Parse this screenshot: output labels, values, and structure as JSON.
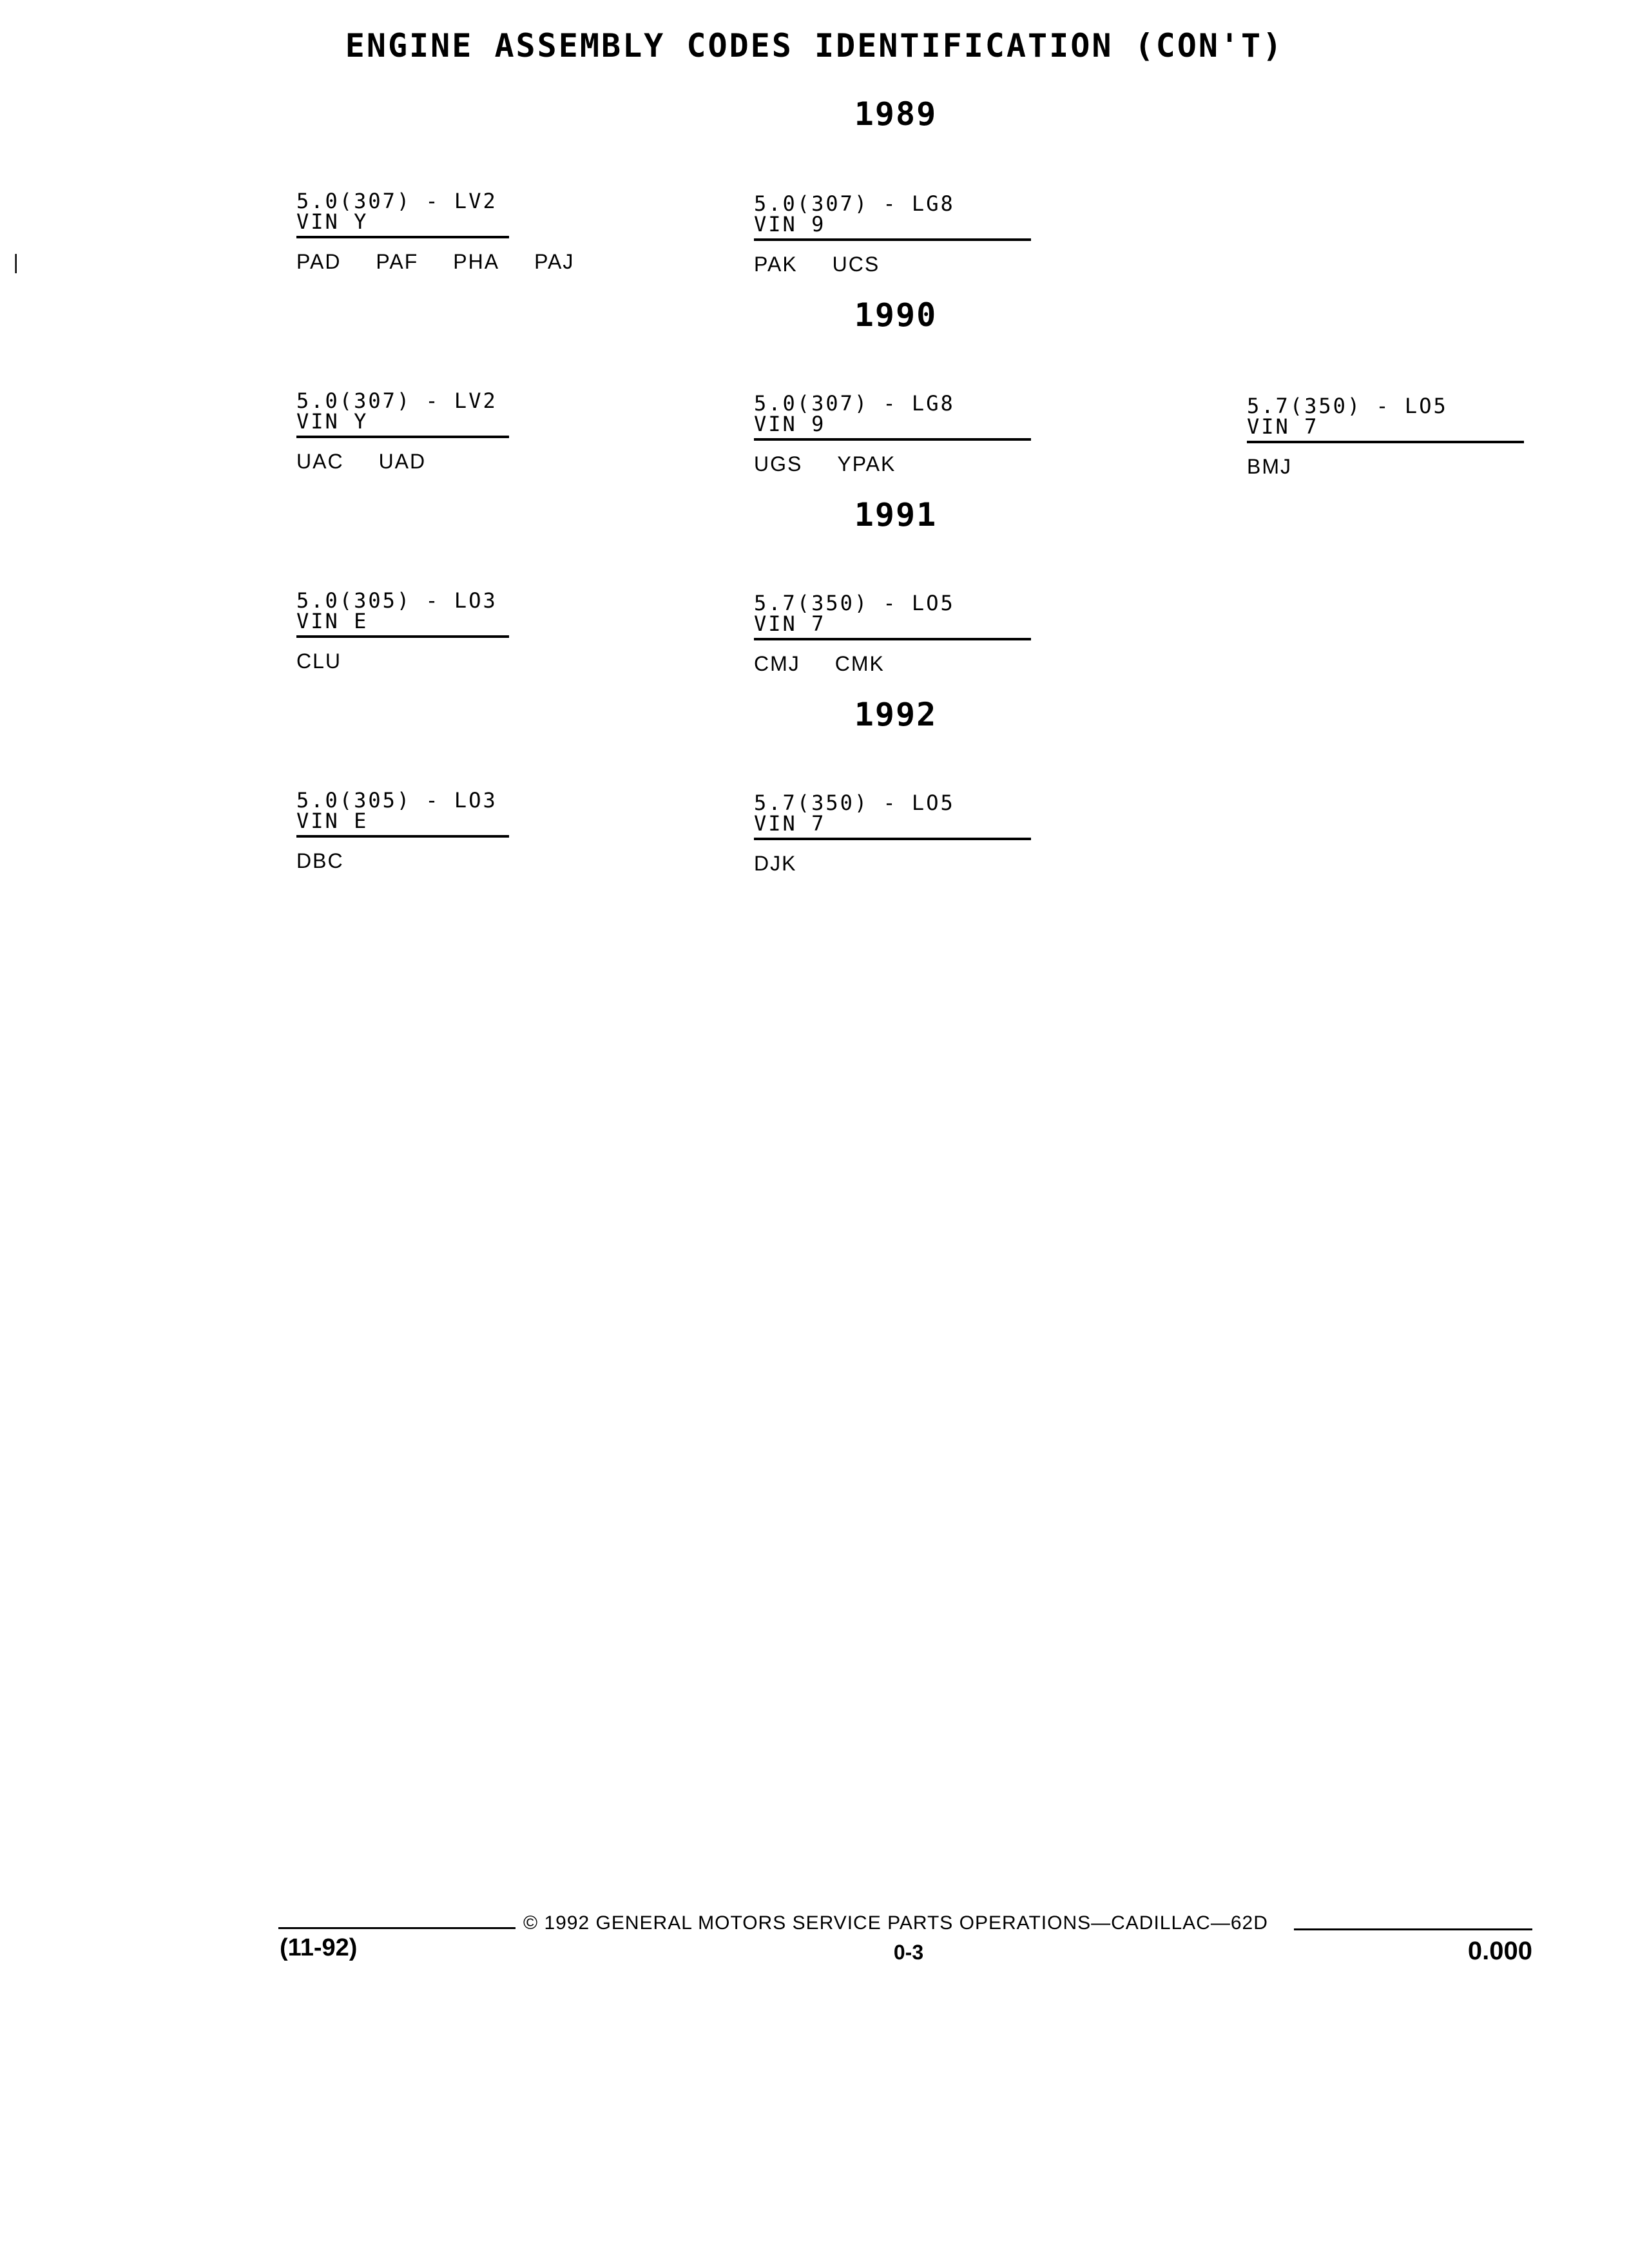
{
  "title": "ENGINE ASSEMBLY CODES IDENTIFICATION (CON'T)",
  "sections": [
    {
      "year": "1989",
      "entries": [
        {
          "engine": "5.0(307) - LV2",
          "vin": "VIN Y",
          "codes": [
            "PAD",
            "PAF",
            "PHA",
            "PAJ"
          ]
        },
        {
          "engine": "5.0(307) - LG8",
          "vin": "VIN 9",
          "codes": [
            "PAK",
            "UCS"
          ]
        }
      ]
    },
    {
      "year": "1990",
      "entries": [
        {
          "engine": "5.0(307) - LV2",
          "vin": "VIN Y",
          "codes": [
            "UAC",
            "UAD"
          ]
        },
        {
          "engine": "5.0(307) - LG8",
          "vin": "VIN 9",
          "codes": [
            "UGS",
            "YPAK"
          ]
        },
        {
          "engine": "5.7(350) - LO5",
          "vin": "VIN 7",
          "codes": [
            "BMJ"
          ]
        }
      ]
    },
    {
      "year": "1991",
      "entries": [
        {
          "engine": "5.0(305) - LO3",
          "vin": "VIN E",
          "codes": [
            "CLU"
          ]
        },
        {
          "engine": "5.7(350) - LO5",
          "vin": "VIN 7",
          "codes": [
            "CMJ",
            "CMK"
          ]
        }
      ]
    },
    {
      "year": "1992",
      "entries": [
        {
          "engine": "5.0(305) - LO3",
          "vin": "VIN E",
          "codes": [
            "DBC"
          ]
        },
        {
          "engine": "5.7(350) - LO5",
          "vin": "VIN 7",
          "codes": [
            "DJK"
          ]
        }
      ]
    }
  ],
  "footer": {
    "copyright": "© 1992 GENERAL MOTORS SERVICE PARTS OPERATIONS—CADILLAC—62D",
    "date": "(11-92)",
    "page": "0-3",
    "number": "0.000"
  }
}
